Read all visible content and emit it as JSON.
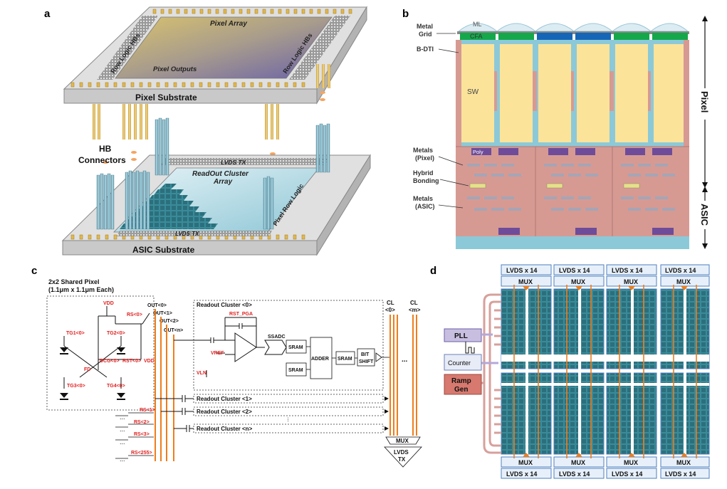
{
  "panels": {
    "a": {
      "letter": "a",
      "pixel_array": "Pixel Array",
      "row_logic_left": "Row Logic HBs",
      "row_logic_right": "Row Logic HBs",
      "pixel_outputs": "Pixel Outputs",
      "pixel_substrate": "Pixel Substrate",
      "hb_connectors_1": "HB",
      "hb_connectors_2": "Connectors",
      "lvds_tx_top": "LVDS TX",
      "lvds_tx_bottom": "LVDS TX",
      "readout_1": "ReadOut Cluster",
      "readout_2": "Array",
      "pixel_row_logic": "Pixel Row Logic",
      "asic_substrate": "ASIC Substrate"
    },
    "b": {
      "letter": "b",
      "ml": "ML",
      "metal_grid_1": "Metal",
      "metal_grid_2": "Grid",
      "cfa": "CFA",
      "b_dti": "B-DTI",
      "sw": "SW",
      "metals_pixel_1": "Metals",
      "metals_pixel_2": "(Pixel)",
      "poly": "Poly",
      "hybrid_1": "Hybrid",
      "hybrid_2": "Bonding",
      "metals_asic_1": "Metals",
      "metals_asic_2": "(ASIC)",
      "pixel_axis": "Pixel",
      "asic_axis": "ASIC"
    },
    "c": {
      "letter": "c",
      "title_1": "2x2 Shared Pixel",
      "title_2": "(1.1μm x 1.1μm Each)",
      "vdd": "VDD",
      "rs0": "RS<0>",
      "tg1": "TG1<0>",
      "tg2": "TG2<0>",
      "fd": "FD",
      "dcg": "DCG<0>",
      "rst": "RST<0>",
      "vdd2": "VDD",
      "tg3": "TG3<0>",
      "tg4": "TG4<0>",
      "out0": "OUT<0>",
      "out1": "OUT<1>",
      "out2": "OUT<2>",
      "outn": "OUT<n>",
      "rc0": "Readout Cluster <0>",
      "rst_pga": "RST_PGA",
      "ssadc": "SSADC",
      "vref": "VREF",
      "vln": "VLN",
      "sram1": "SRAM",
      "sram2": "SRAM",
      "adder": "ADDER",
      "sram3": "SRAM",
      "bit_1": "BIT",
      "bit_2": "SHIFT",
      "cl0_1": "CL",
      "cl0_2": "<0>",
      "clm_1": "CL",
      "clm_2": "<m>",
      "ellipsis": "...",
      "rc1": "Readout Cluster <1>",
      "rc2": "Readout Cluster <2>",
      "rcn": "Readout Cluster <n>",
      "rs1": "RS<1>",
      "rs2": "RS<2>",
      "rs3": "RS<3>",
      "rs255": "RS<255>",
      "mux": "MUX",
      "lvds_1": "LVDS",
      "lvds_2": "TX"
    },
    "d": {
      "letter": "d",
      "lvds": "LVDS x 14",
      "mux": "MUX",
      "pll": "PLL",
      "counter": "Counter",
      "ramp_1": "Ramp",
      "ramp_2": "Gen"
    }
  },
  "colors": {
    "chip_grey": "#d9d9d9",
    "pillar_blue": "#8fc3d3",
    "bond_pad": "#e2b84a",
    "cfa_green": "#14a84a",
    "cfa_blue": "#1566b7",
    "sw_yellow": "#fbe39a",
    "dti_blue": "#8cc9d8",
    "asic_pink": "#d69a93",
    "metal_purple": "#6e4c9a",
    "red_label": "#e0201f",
    "orange_line": "#ef7d1a",
    "pll_purple": "#c8bfe0",
    "ramp_red": "#d7796f",
    "lvds_fill": "#e7f0fa",
    "lvds_border": "#4f7fbf"
  }
}
